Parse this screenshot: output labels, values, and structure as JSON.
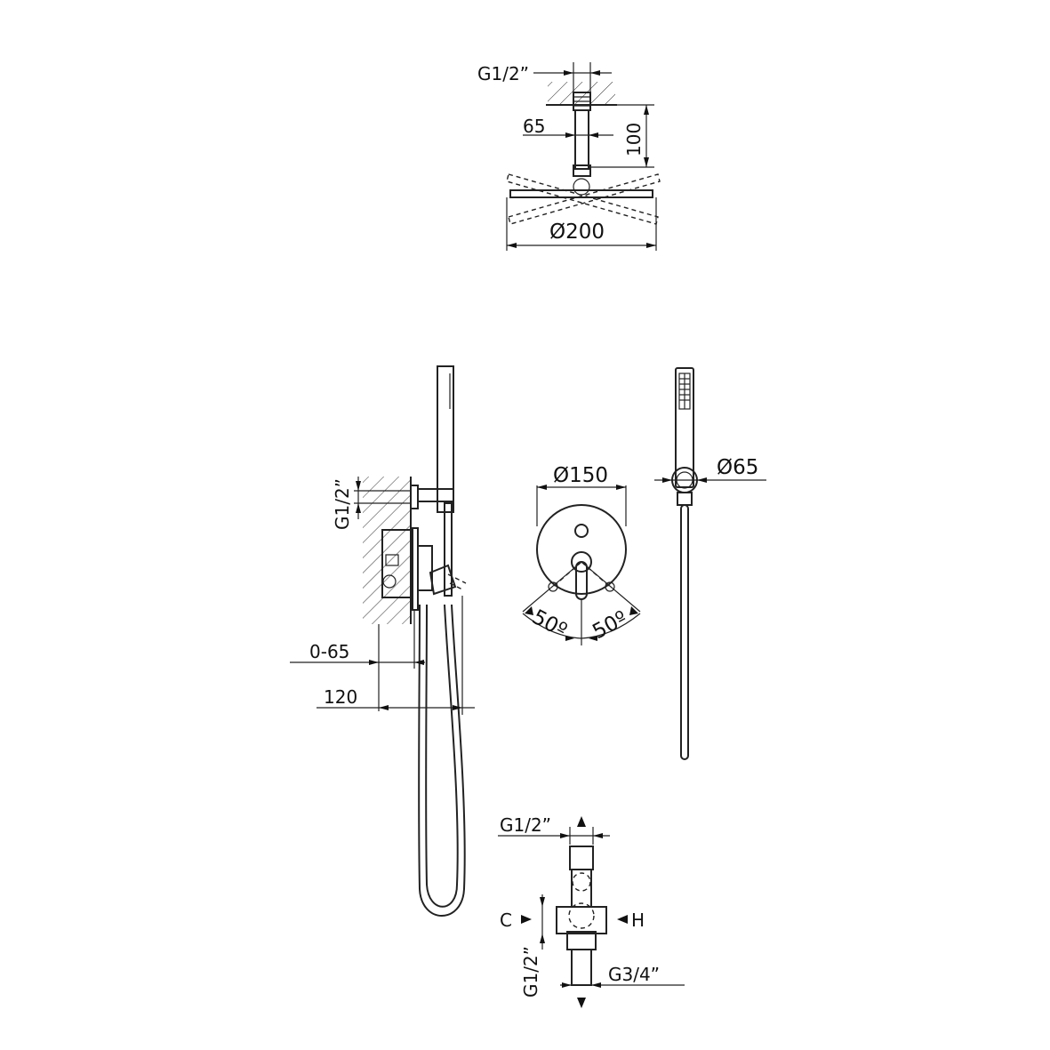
{
  "overhead_shower": {
    "thread_label": "G1/2”",
    "arm_diameter_label": "65",
    "drop_label": "100",
    "head_diameter_label": "Ø200"
  },
  "wall_mixer_side": {
    "thread_label": "G1/2”",
    "adjust_label": "0-65",
    "depth_label": "120"
  },
  "mixer_front": {
    "plate_diameter_label": "Ø150",
    "angle_left_label": "50º",
    "angle_right_label": "50º"
  },
  "hand_shower": {
    "holder_diameter_label": "Ø65"
  },
  "valve_body": {
    "top_thread_label": "G1/2”",
    "cold_label": "C",
    "hot_label": "H",
    "side_thread_label": "G1/2”",
    "bottom_thread_label": "G3/4”"
  }
}
